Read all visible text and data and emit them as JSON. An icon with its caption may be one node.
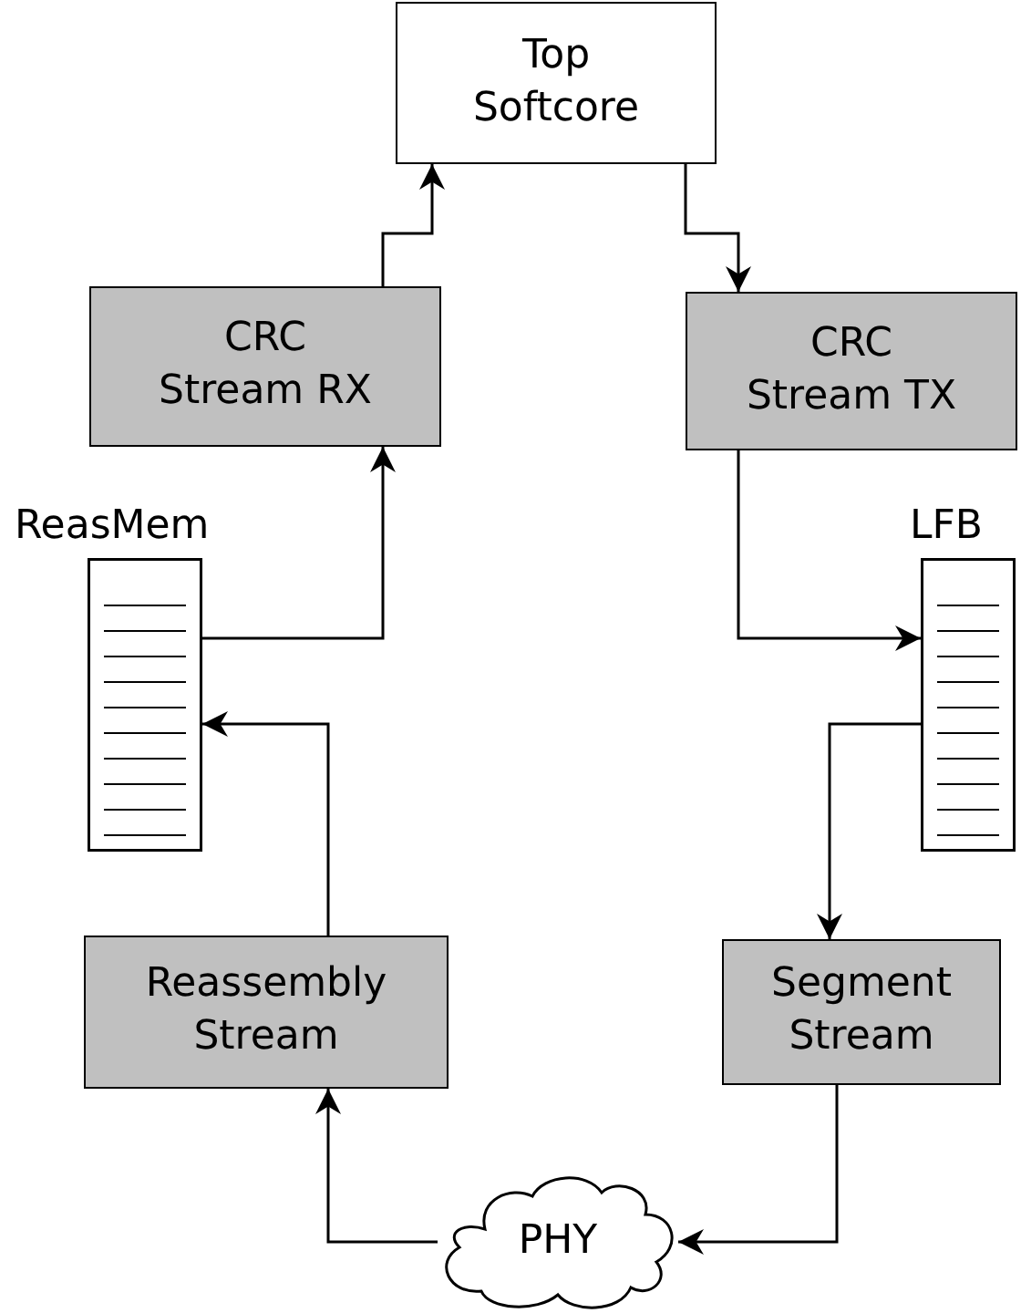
{
  "diagram": {
    "nodes": [
      {
        "text": [
          "Top Softcore"
        ]
      },
      {
        "text": [
          "CRC Stream RX"
        ]
      },
      {
        "text": [
          "CRC Stream TX"
        ]
      },
      {
        "text": [
          "ReasMem"
        ]
      },
      {
        "text": [
          "LFB"
        ]
      },
      {
        "text": [
          "Reassembly Stream"
        ]
      },
      {
        "text": [
          "Segment Stream"
        ]
      },
      {
        "text": [
          "PHY"
        ]
      }
    ],
    "edges": [
      {
        "from": 1,
        "to": 0,
        "arrow": "to"
      },
      {
        "from": 0,
        "to": 2,
        "arrow": "to"
      },
      {
        "from": 2,
        "to": 4,
        "arrow": "to"
      },
      {
        "from": 3,
        "to": 1,
        "arrow": "to"
      },
      {
        "from": 4,
        "to": 6,
        "arrow": "to"
      },
      {
        "from": 5,
        "to": 3,
        "arrow": "to"
      },
      {
        "from": 6,
        "to": 7,
        "arrow": "to"
      },
      {
        "from": 7,
        "to": 5,
        "arrow": "to"
      }
    ]
  }
}
